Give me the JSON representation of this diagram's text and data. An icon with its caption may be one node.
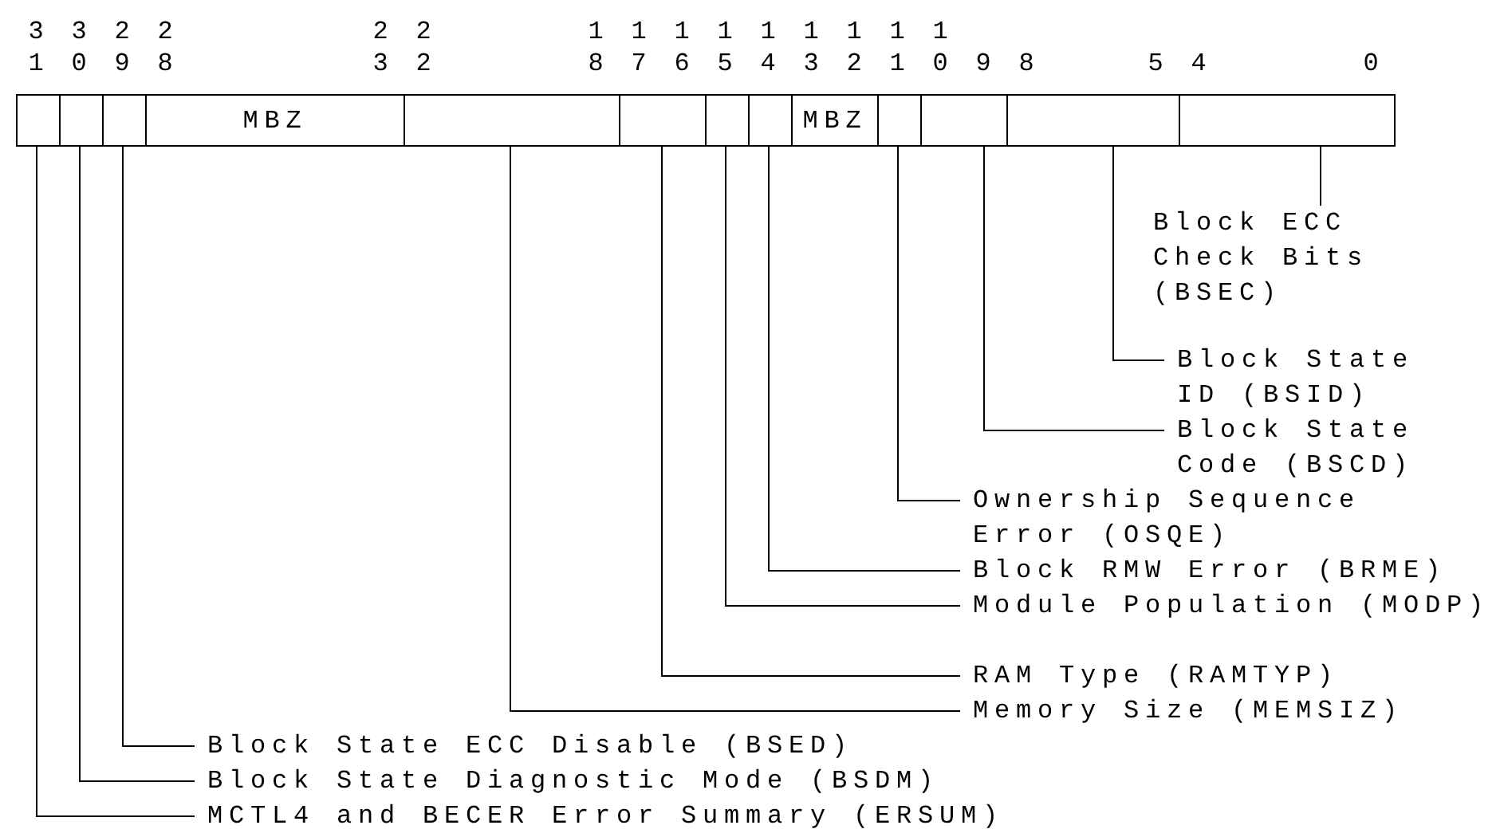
{
  "diagram": {
    "nodes": [
      {
        "text": [],
        "shape": "box"
      },
      {
        "text": [],
        "shape": "box"
      },
      {
        "text": [],
        "shape": "box"
      },
      {
        "text": [
          "MBZ"
        ]
      },
      {
        "text": [],
        "shape": "box"
      },
      {
        "text": [],
        "shape": "box"
      },
      {
        "text": [],
        "shape": "box"
      },
      {
        "text": [],
        "shape": "box"
      },
      {
        "text": [
          "MBZ"
        ]
      },
      {
        "text": [],
        "shape": "box"
      },
      {
        "text": [],
        "shape": "box"
      },
      {
        "text": [],
        "shape": "box"
      },
      {
        "text": [],
        "shape": "box"
      },
      {
        "text": [
          "Block ECC Check Bits (BSEC)"
        ]
      },
      {
        "text": [
          "Block State ID (BSID)"
        ]
      },
      {
        "text": [
          "Block State Code (BSCD)"
        ]
      },
      {
        "text": [
          "Ownership Sequence Error (OSQE)"
        ]
      },
      {
        "text": [
          "Block RMW Error (BRME)"
        ]
      },
      {
        "text": [
          "Module Population (MODP)"
        ]
      },
      {
        "text": [
          "RAM Type (RAMTYP)"
        ]
      },
      {
        "text": [
          "Memory Size (MEMSIZ)"
        ]
      },
      {
        "text": [
          "Block State ECC Disable (BSED)"
        ]
      },
      {
        "text": [
          "Block State Diagnostic Mode (BSDM)"
        ]
      },
      {
        "text": [
          "MCTL4 and BECER Error Summary (ERSUM)"
        ]
      }
    ],
    "edges": [
      {
        "from": 13,
        "to": 12,
        "arrow": "none"
      },
      {
        "from": 14,
        "to": 11,
        "arrow": "none"
      },
      {
        "from": 15,
        "to": 10,
        "arrow": "none"
      },
      {
        "from": 16,
        "to": 9,
        "arrow": "none"
      },
      {
        "from": 17,
        "to": 7,
        "arrow": "none"
      },
      {
        "from": 18,
        "to": 6,
        "arrow": "none"
      },
      {
        "from": 19,
        "to": 5,
        "arrow": "none"
      },
      {
        "from": 20,
        "to": 4,
        "arrow": "none"
      },
      {
        "from": 21,
        "to": 2,
        "arrow": "none"
      },
      {
        "from": 22,
        "to": 1,
        "arrow": "none"
      },
      {
        "from": 23,
        "to": 0,
        "arrow": "none"
      }
    ],
    "labels": [
      "31",
      "30",
      "29",
      "28",
      "23",
      "22",
      "18",
      "17",
      "16",
      "15",
      "14",
      "13",
      "12",
      "11",
      "10",
      "9",
      "8",
      "5",
      "4",
      "0"
    ]
  }
}
